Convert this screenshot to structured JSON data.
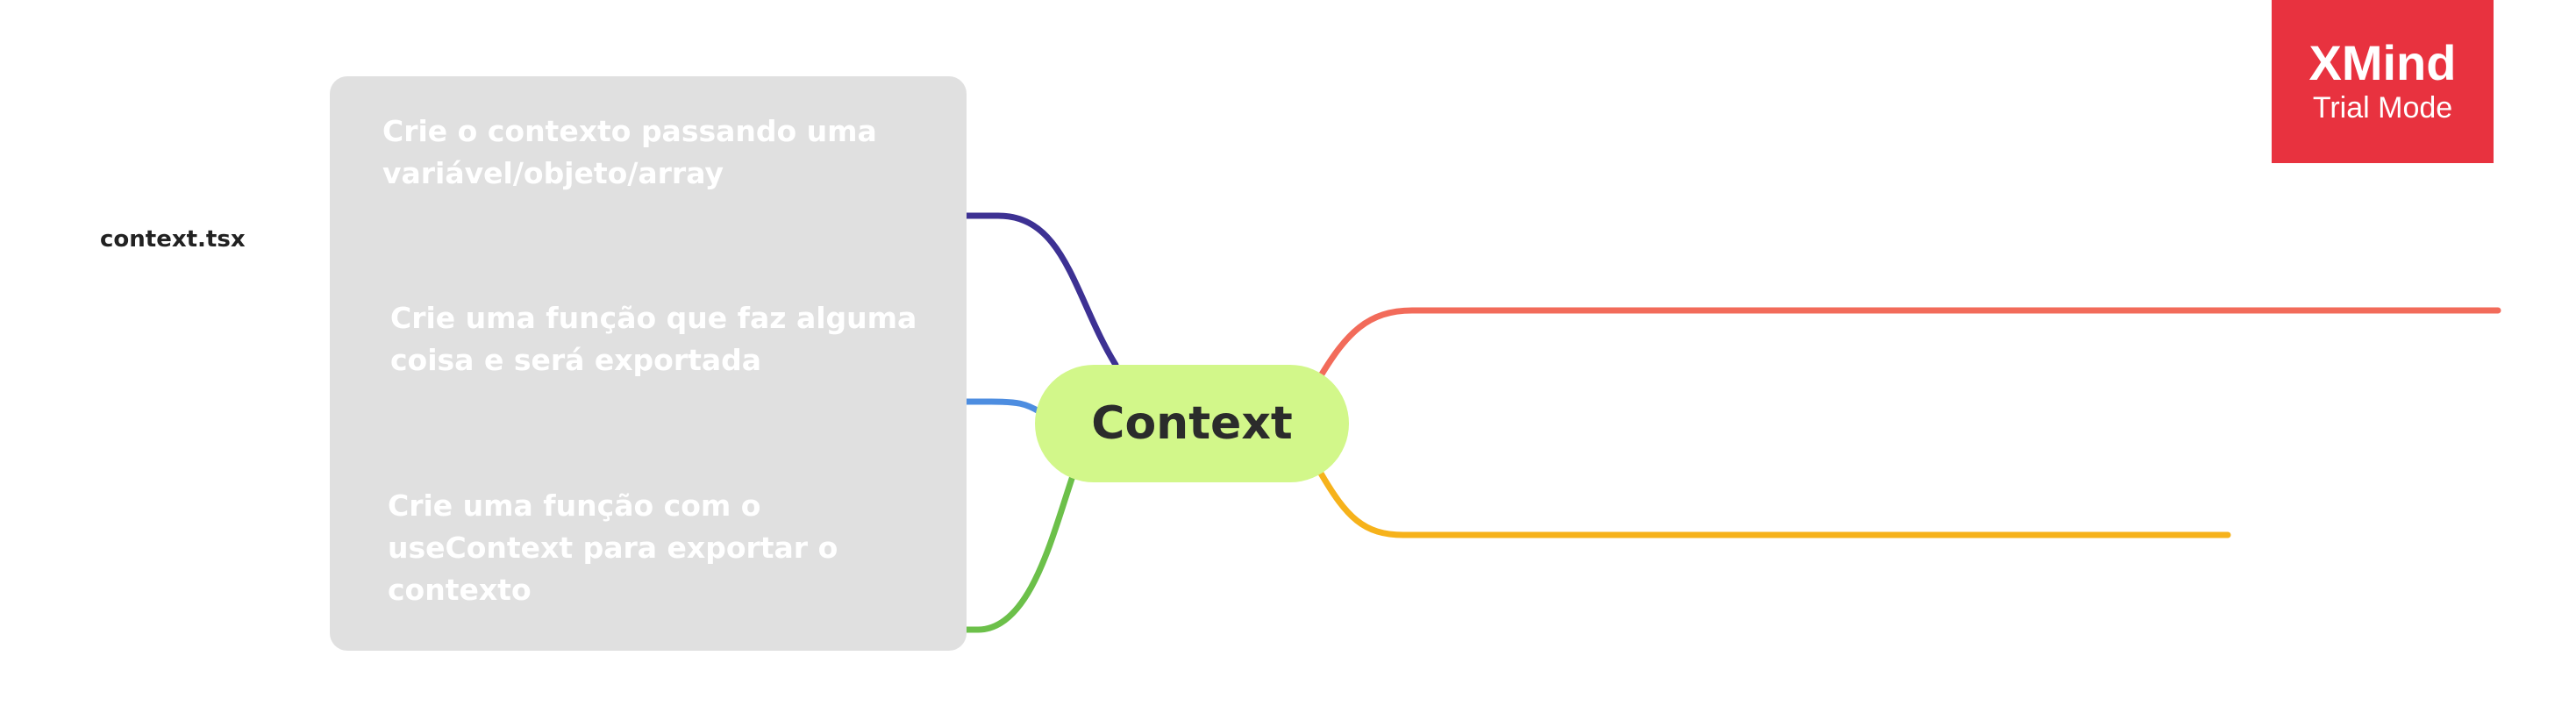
{
  "mindmap": {
    "central_topic": "Context",
    "floating_topic": "context.tsx",
    "branches": [
      {
        "label": "Crie o contexto passando uma\nvariável/objeto/array",
        "color": "#3d3193"
      },
      {
        "label": "Crie uma função que faz alguma\ncoisa e será exportada",
        "color": "#4d8de0"
      },
      {
        "label": "Crie uma função com o\nuseContext para exportar o\ncontexto",
        "color": "#6cc04a"
      },
      {
        "label": "",
        "color": "#f26b5a"
      },
      {
        "label": "",
        "color": "#f6b21b"
      }
    ],
    "boundary_color": "#e0e0e0",
    "central_color": "#d2f78a"
  },
  "watermark": {
    "brand": "XMind",
    "mode": "Trial Mode",
    "color": "#e8323f"
  }
}
